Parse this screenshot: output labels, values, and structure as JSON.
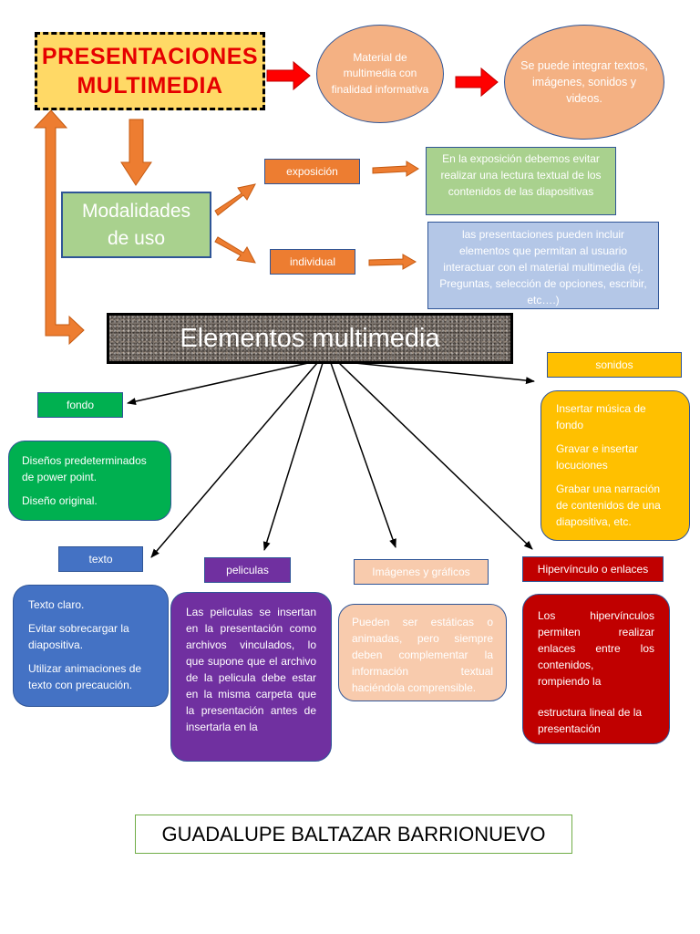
{
  "title": {
    "line1": "PRESENTACIONES",
    "line2": "MULTIMEDIA"
  },
  "top_chain": {
    "ellipse_1": "Material de multimedia con finalidad informativa",
    "ellipse_2": "Se puede integrar textos, imágenes, sonidos y videos."
  },
  "modalidades": {
    "line1": "Modalidades",
    "line2": "de uso",
    "exposicion": {
      "label": "exposición",
      "description": "En la exposición debemos evitar realizar una lectura textual de los contenidos de las diapositivas"
    },
    "individual": {
      "label": "individual",
      "description": "las presentaciones pueden incluir elementos que permitan al usuario interactuar con el material multimedia (ej. Preguntas, selección de opciones, escribir, etc….)"
    }
  },
  "elementos": {
    "title": "Elementos multimedia"
  },
  "fondo": {
    "label": "fondo",
    "items": [
      "Diseños predeterminados de power point.",
      "Diseño original."
    ]
  },
  "sonidos": {
    "label": "sonidos",
    "items": [
      "Insertar música de fondo",
      "Gravar e insertar locuciones",
      "Grabar una narración de contenidos de una diapositiva, etc."
    ]
  },
  "texto": {
    "label": "texto",
    "items": [
      "Texto claro.",
      "Evitar sobrecargar la diapositiva.",
      "Utilizar animaciones de texto con precaución."
    ]
  },
  "peliculas": {
    "label": "peliculas",
    "text": "Las peliculas se insertan en la presentación como archivos vinculados, lo que supone que el archivo de la pelicula debe estar en la misma carpeta que la presentación antes de insertarla en la"
  },
  "imagenes": {
    "label": "Imágenes y gráficos",
    "text": "Pueden ser estáticas o animadas, pero siempre deben complementar la información textual haciéndola comprensible."
  },
  "hipervinculo": {
    "label": "Hipervínculo o enlaces",
    "text_1": "Los hipervínculos permiten realizar enlaces entre los contenidos,",
    "text_2": "rompiendo la",
    "text_3": "estructura lineal de la presentación"
  },
  "author": "GUADALUPE BALTAZAR BARRIONUEVO",
  "colors": {
    "title_bg": "#ffd966",
    "title_text": "#e60000",
    "red_arrow": "#ff0000",
    "orange_arrow": "#ed7d31",
    "green": "#00b050",
    "light_green": "#a9d18e",
    "blue": "#4472c4",
    "light_blue": "#b4c7e7",
    "purple": "#7030a0",
    "peach": "#f8cbad",
    "gold": "#ffc000",
    "dark_red": "#c00000"
  }
}
